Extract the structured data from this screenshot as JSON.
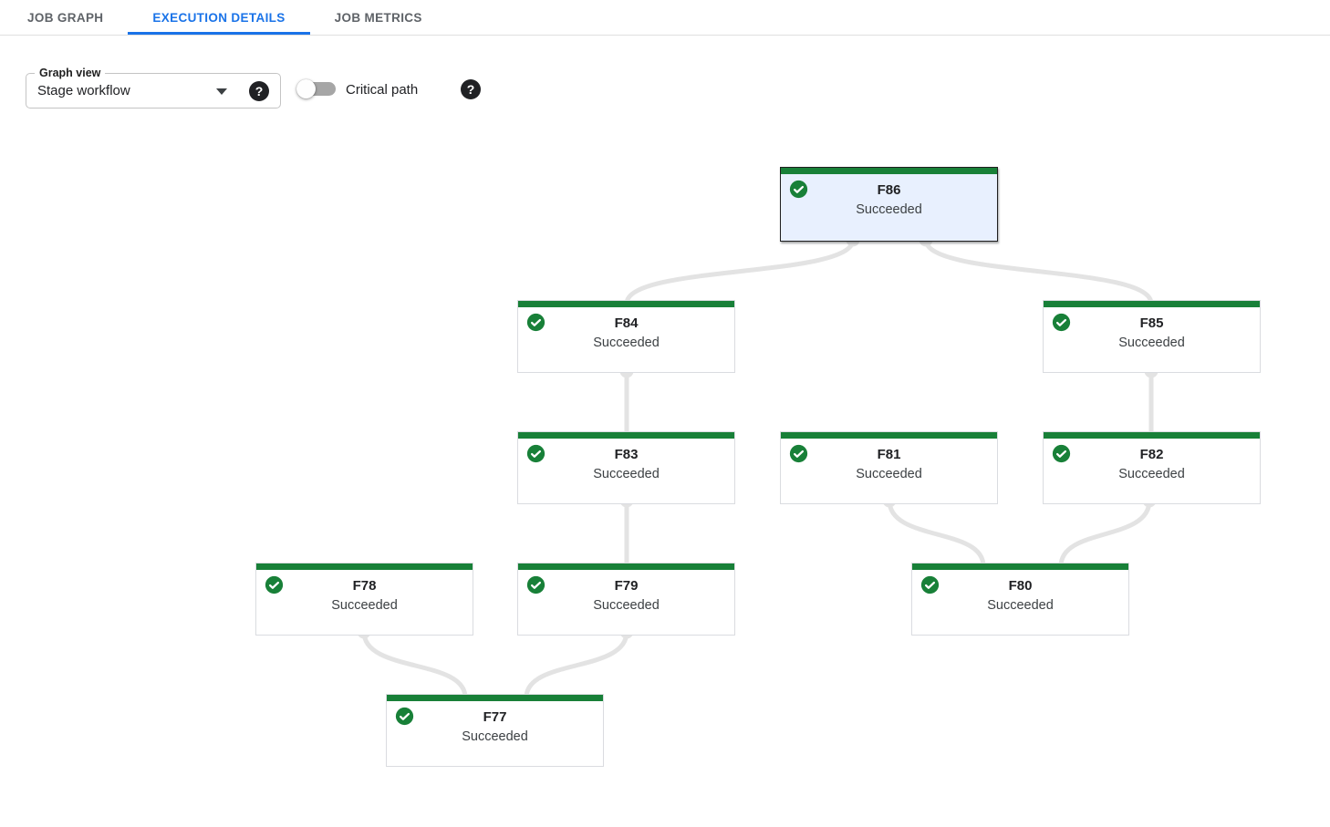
{
  "tabs": [
    {
      "label": "JOB GRAPH",
      "active": false
    },
    {
      "label": "EXECUTION DETAILS",
      "active": true
    },
    {
      "label": "JOB METRICS",
      "active": false
    }
  ],
  "toolbar": {
    "graph_view": {
      "label": "Graph view",
      "value": "Stage workflow"
    },
    "critical_path": {
      "label": "Critical path",
      "enabled": false
    },
    "help_glyph": "?"
  },
  "graph": {
    "nodes": [
      {
        "id": "F86",
        "label": "F86",
        "status": "Succeeded",
        "selected": true
      },
      {
        "id": "F84",
        "label": "F84",
        "status": "Succeeded",
        "selected": false
      },
      {
        "id": "F85",
        "label": "F85",
        "status": "Succeeded",
        "selected": false
      },
      {
        "id": "F83",
        "label": "F83",
        "status": "Succeeded",
        "selected": false
      },
      {
        "id": "F81",
        "label": "F81",
        "status": "Succeeded",
        "selected": false
      },
      {
        "id": "F82",
        "label": "F82",
        "status": "Succeeded",
        "selected": false
      },
      {
        "id": "F78",
        "label": "F78",
        "status": "Succeeded",
        "selected": false
      },
      {
        "id": "F79",
        "label": "F79",
        "status": "Succeeded",
        "selected": false
      },
      {
        "id": "F80",
        "label": "F80",
        "status": "Succeeded",
        "selected": false
      },
      {
        "id": "F77",
        "label": "F77",
        "status": "Succeeded",
        "selected": false
      }
    ],
    "edges": [
      {
        "from": "F86",
        "to": "F84"
      },
      {
        "from": "F86",
        "to": "F85"
      },
      {
        "from": "F84",
        "to": "F83"
      },
      {
        "from": "F85",
        "to": "F82"
      },
      {
        "from": "F83",
        "to": "F79"
      },
      {
        "from": "F81",
        "to": "F80"
      },
      {
        "from": "F82",
        "to": "F80"
      },
      {
        "from": "F78",
        "to": "F77"
      },
      {
        "from": "F79",
        "to": "F77"
      }
    ]
  },
  "colors": {
    "accent_blue": "#1a73e8",
    "success_green": "#188038",
    "selected_node_bg": "#e8f0fe",
    "node_border": "#dadce0",
    "edge_gray": "#e3e3e3",
    "inactive_tab": "#5f6368"
  }
}
